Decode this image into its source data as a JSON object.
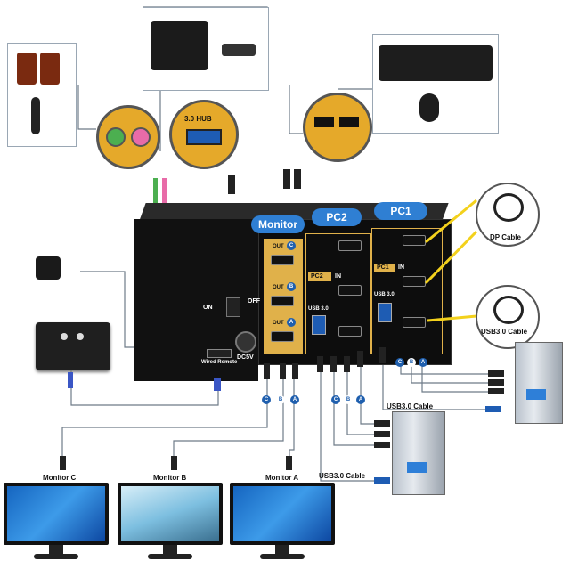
{
  "device": {
    "top_pills": [
      "Monitor",
      "PC2",
      "PC1"
    ],
    "switch_on": "ON",
    "switch_off": "OFF",
    "power_label": "DC5V",
    "remote_port_label": "Wired Remote",
    "out_ports": [
      "OUT",
      "OUT",
      "OUT"
    ],
    "out_badges": [
      "C",
      "B",
      "A"
    ],
    "pc2_label": "PC2",
    "pc2_in": "IN",
    "pc1_label": "PC1",
    "pc1_in": "IN",
    "usb_label_pc2": "USB 3.0",
    "usb_label_pc1": "USB 3.0",
    "port_badges": [
      "C",
      "B",
      "A"
    ]
  },
  "peripherals": {
    "usb_hub_label": "3.0 HUB",
    "dp_cable_label": "DP Cable",
    "usb_cable_label": "USB3.0 Cable"
  },
  "cables": {
    "usb_cable_right": "USB3.0 Cable",
    "usb_cable_left": "USB3.0 Cable",
    "bottom_badges_left": [
      "C",
      "B",
      "A"
    ],
    "bottom_badges_mid": [
      "C",
      "B",
      "A"
    ],
    "bottom_badges_right": [
      "C",
      "B",
      "A"
    ]
  },
  "monitors": [
    {
      "label": "Monitor C"
    },
    {
      "label": "Monitor B"
    },
    {
      "label": "Monitor A"
    }
  ]
}
